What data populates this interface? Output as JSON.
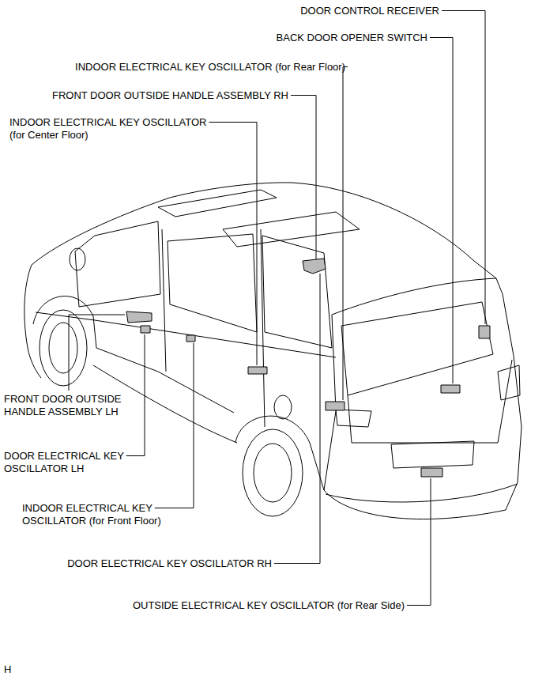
{
  "diagram": {
    "labels": [
      "DOOR CONTROL RECEIVER",
      "BACK DOOR OPENER SWITCH",
      "INDOOR ELECTRICAL KEY OSCILLATOR (for Rear Floor)",
      "FRONT DOOR OUTSIDE HANDLE ASSEMBLY RH",
      "INDOOR ELECTRICAL KEY OSCILLATOR (for Center Floor)",
      "FRONT DOOR OUTSIDE HANDLE ASSEMBLY LH",
      "DOOR ELECTRICAL KEY OSCILLATOR LH",
      "INDOOR ELECTRICAL KEY OSCILLATOR (for Front Floor)",
      "DOOR ELECTRICAL KEY OSCILLATOR RH",
      "OUTSIDE ELECTRICAL KEY OSCILLATOR (for Rear Side)",
      "H"
    ]
  }
}
